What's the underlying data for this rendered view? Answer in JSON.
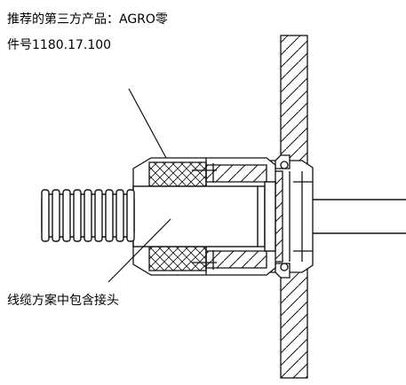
{
  "caption": {
    "line1": "推荐的第三方产品：AGRO零",
    "line2": "件号1180.17.100"
  },
  "label_bottom": "线缆方案中包含接头",
  "colors": {
    "stroke": "#111111",
    "background": "#ffffff"
  }
}
